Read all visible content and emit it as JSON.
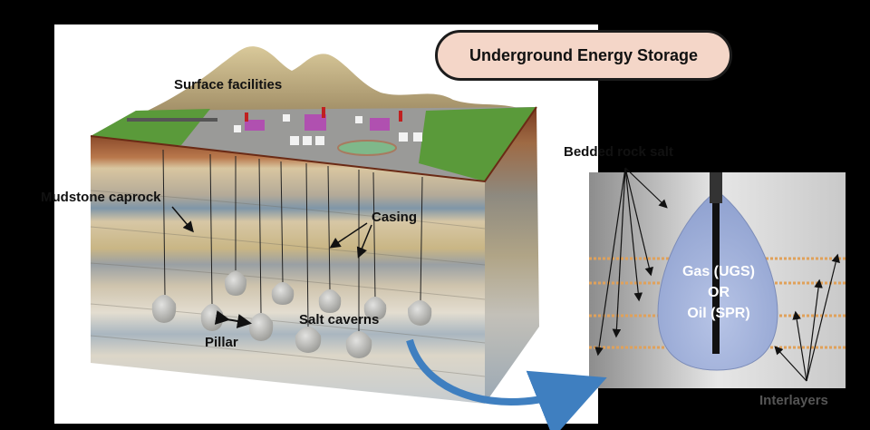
{
  "title": "Underground Energy Storage",
  "labels": {
    "surface_facilities": "Surface facilities",
    "mudstone_caprock": "Mudstone caprock",
    "casing": "Casing",
    "salt_caverns": "Salt caverns",
    "pillar": "Pillar",
    "bedded_rock_salt": "Bedded rock salt",
    "interlayers": "Interlayers"
  },
  "cavern_contents": {
    "line1": "Gas (UGS)",
    "line2": "OR",
    "line3": "Oil  (SPR)"
  },
  "colors": {
    "background": "#000000",
    "title_fill": "#f4d6c8",
    "cavern_fill": "#a9b9e0",
    "arrow_blue": "#3f7fc0",
    "grass": "#5a9a3a",
    "interlayer": "#e0a15a"
  }
}
